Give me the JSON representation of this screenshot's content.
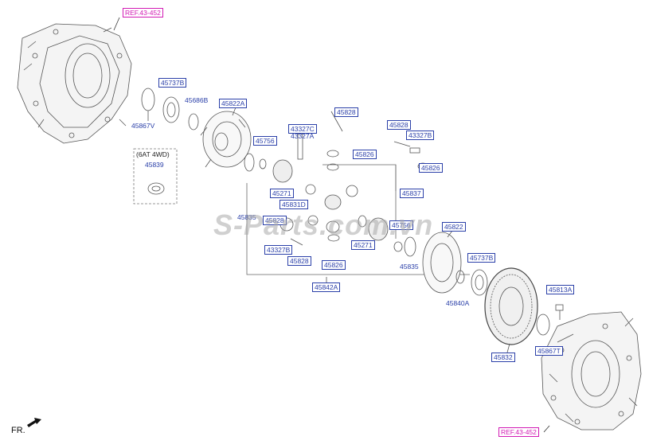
{
  "diagram": {
    "watermark": "S-Parts.com.vn",
    "orientation_label": "FR.",
    "group_label": "(6AT 4WD)",
    "ref_top": "REF.43-452",
    "ref_bottom": "REF.43-452",
    "parts": {
      "p45737B_1": "45737B",
      "p45686B": "45686B",
      "p45822A": "45822A",
      "p45867V": "45867V",
      "p45839": "45839",
      "p45756_1": "45756",
      "p43327C": "43327C",
      "p43327A": "43327A",
      "p45828_1": "45828",
      "p45826_1": "45826",
      "p45828_2": "45828",
      "p43327B_1": "43327B",
      "p45826_2": "45826",
      "p45271_1": "45271",
      "p45837": "45837",
      "p45831D": "45831D",
      "p45835_1": "45835",
      "p45828_3": "45828",
      "p45756_2": "45756",
      "p45271_2": "45271",
      "p43327B_2": "43327B",
      "p45828_4": "45828",
      "p45826_3": "45826",
      "p45835_2": "45835",
      "p45842A": "45842A",
      "p45822": "45822",
      "p45737B_2": "45737B",
      "p45840A": "45840A",
      "p45813A": "45813A",
      "p45867T": "45867T",
      "p45832": "45832"
    }
  }
}
